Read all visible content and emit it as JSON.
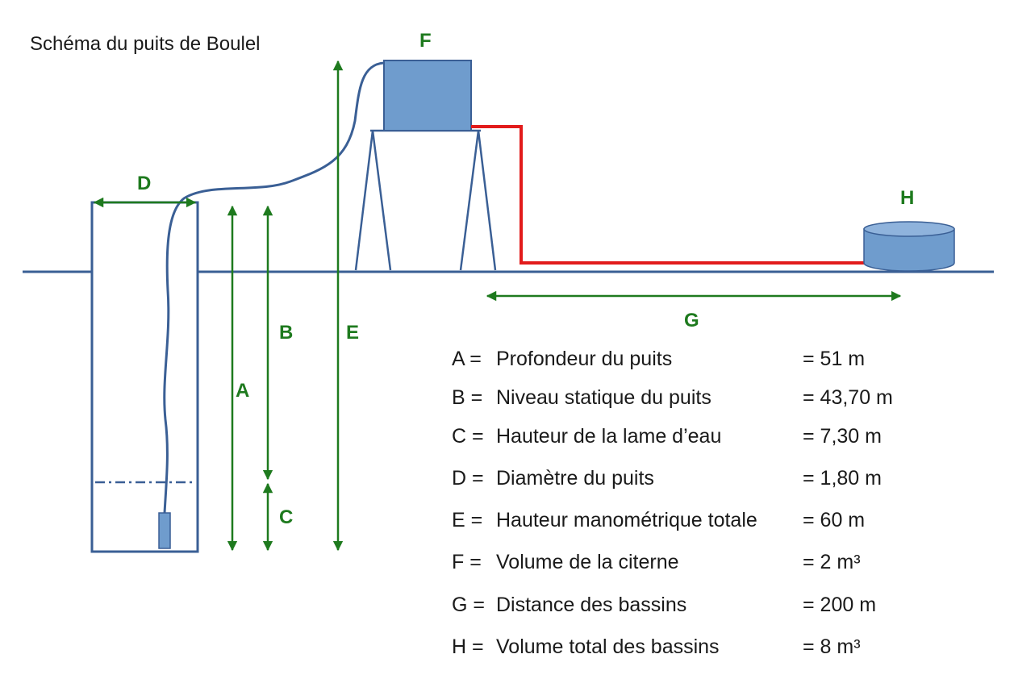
{
  "title": "Schéma du puits de Boulel",
  "colors": {
    "structure": "#3a5f95",
    "fill": "#6f9ccd",
    "dimension": "#1e7a1e",
    "pipe_red": "#e21b1b"
  },
  "labels": {
    "A": "A",
    "B": "B",
    "C": "C",
    "D": "D",
    "E": "E",
    "F": "F",
    "G": "G",
    "H": "H"
  },
  "legend": [
    {
      "key": "A =",
      "desc": "Profondeur du puits",
      "value": "= 51 m"
    },
    {
      "key": "B =",
      "desc": "Niveau statique du puits",
      "value": "= 43,70 m"
    },
    {
      "key": "C =",
      "desc": "Hauteur de la lame d’eau",
      "value": "= 7,30 m"
    },
    {
      "key": "D =",
      "desc": "Diamètre du puits",
      "value": "= 1,80 m"
    },
    {
      "key": "E =",
      "desc": "Hauteur manométrique totale",
      "value": "= 60 m"
    },
    {
      "key": "F =",
      "desc": "Volume de la citerne",
      "value": "= 2 m³"
    },
    {
      "key": "G =",
      "desc": "Distance des bassins",
      "value": "= 200 m"
    },
    {
      "key": "H =",
      "desc": "Volume total des bassins",
      "value": "= 8 m³"
    }
  ]
}
